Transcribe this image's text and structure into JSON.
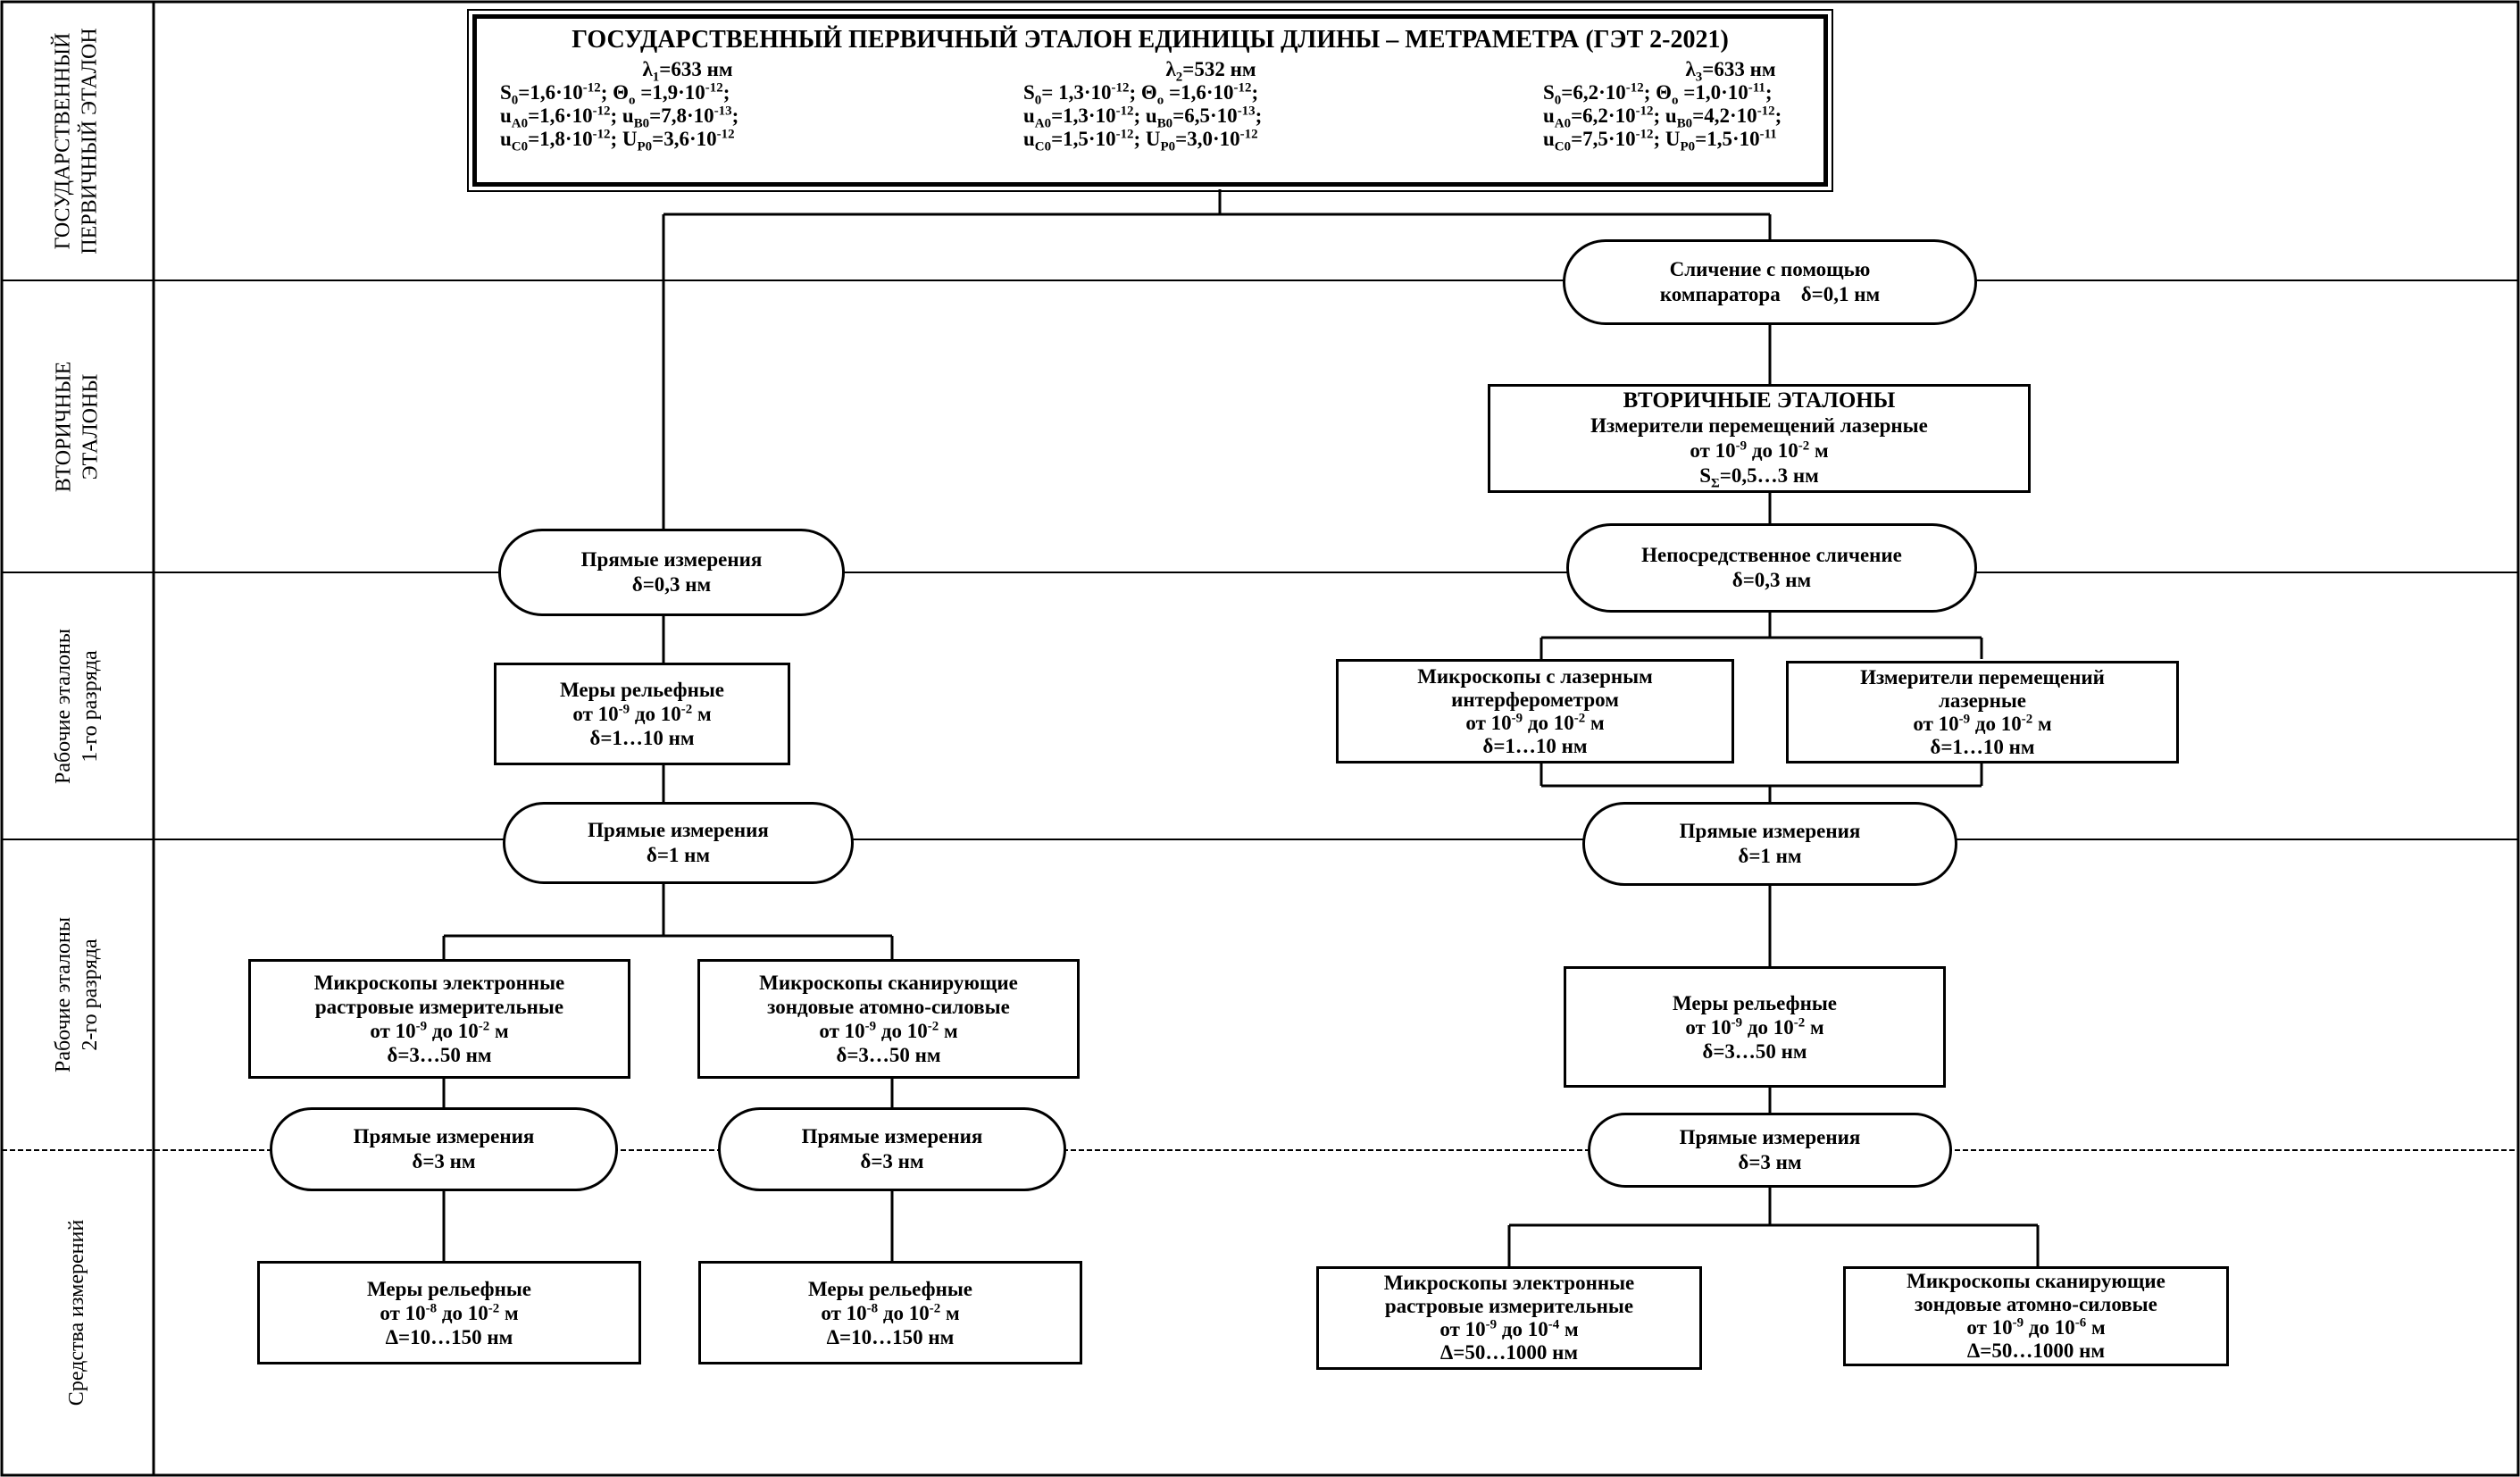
{
  "rows": [
    "ГОСУДАРСТВЕННЫЙ\nПЕРВИЧНЫЙ ЭТАЛОН",
    "ВТОРИЧНЫЕ\nЭТАЛОНЫ",
    "Рабочие эталоны\n1-го разряда",
    "Рабочие эталоны\n2-го разряда",
    "Средства измерений"
  ],
  "primary": {
    "title": "ГОСУДАРСТВЕННЫЙ ПЕРВИЧНЫЙ ЭТАЛОН ЕДИНИЦЫ ДЛИНЫ – МЕТРАМЕТРА (ГЭТ 2-2021)",
    "columns": [
      {
        "lambda": "λ1=633 нм",
        "lines": [
          "S0=1,6·10-12; Θo =1,9·10-12;",
          "uA0=1,6·10-12; uB0=7,8·10-13;",
          "uC0=1,8·10-12; UP0=3,6·10-12"
        ]
      },
      {
        "lambda": "λ2=532 нм",
        "lines": [
          "S0= 1,3·10-12; Θo =1,6·10-12;",
          "uA0=1,3·10-12; uB0=6,5·10-13;",
          "uC0=1,5·10-12; UP0=3,0·10-12"
        ]
      },
      {
        "lambda": "λ3=633 нм",
        "lines": [
          "S0=6,2·10-12; Θo =1,0·10-11;",
          "uA0=6,2·10-12; uB0=4,2·10-12;",
          "uC0=7,5·10-12; UP0=1,5·10-11"
        ]
      }
    ]
  },
  "comparator": {
    "line1": "Сличение с помощью",
    "line2": "компаратора    δ=0,1 нм"
  },
  "secondary": {
    "title": "ВТОРИЧНЫЕ  ЭТАЛОНЫ",
    "line1": "Измерители перемещений лазерные",
    "line2": "от 10-9 до 10-2 м",
    "line3": "SΣ=0,5…3 нм"
  },
  "direct_compare": {
    "line1": "Непосредственное сличение",
    "line2": "δ=0,3 нм"
  },
  "left_direct_1": {
    "line1": "Прямые измерения",
    "line2": "δ=0,3 нм"
  },
  "relief_1": {
    "line1": "Меры рельефные",
    "line2": "от 10-9 до 10-2 м",
    "line3": "δ=1…10 нм"
  },
  "laser_microscopes": {
    "line1": "Микроскопы с лазерным",
    "line2": "интерферометром",
    "line3": "от 10-9 до 10-2 м",
    "line4": "δ=1…10 нм"
  },
  "laser_meters": {
    "line1": "Измерители перемещений",
    "line2": "лазерные",
    "line3": "от 10-9 до 10-2 м",
    "line4": "δ=1…10 нм"
  },
  "left_direct_2": {
    "line1": "Прямые измерения",
    "line2": "δ=1 нм"
  },
  "right_direct_2": {
    "line1": "Прямые измерения",
    "line2": "δ=1 нм"
  },
  "electron_2": {
    "line1": "Микроскопы электронные",
    "line2": "растровые измерительные",
    "line3": "от 10-9 до 10-2 м",
    "line4": "δ=3…50 нм"
  },
  "probe_2": {
    "line1": "Микроскопы сканирующие",
    "line2": "зондовые атомно-силовые",
    "line3": "от 10-9 до 10-2 м",
    "line4": "δ=3…50 нм"
  },
  "relief_2": {
    "line1": "Меры рельефные",
    "line2": "от 10-9 до 10-2 м",
    "line3": "δ=3…50 нм"
  },
  "direct_3a": {
    "line1": "Прямые измерения",
    "line2": "δ=3 нм"
  },
  "direct_3b": {
    "line1": "Прямые измерения",
    "line2": "δ=3 нм"
  },
  "direct_3c": {
    "line1": "Прямые измерения",
    "line2": "δ=3 нм"
  },
  "tool_relief_a": {
    "line1": "Меры рельефные",
    "line2": "от 10-8 до 10-2 м",
    "line3": "Δ=10…150 нм"
  },
  "tool_relief_b": {
    "line1": "Меры рельефные",
    "line2": "от 10-8 до 10-2 м",
    "line3": "Δ=10…150 нм"
  },
  "tool_electron": {
    "line1": "Микроскопы электронные",
    "line2": "растровые измерительные",
    "line3": "от 10-9 до 10-4 м",
    "line4": "Δ=50…1000 нм"
  },
  "tool_probe": {
    "line1": "Микроскопы сканирующие",
    "line2": "зондовые атомно-силовые",
    "line3": "от 10-9 до 10-6 м",
    "line4": "Δ=50…1000 нм"
  }
}
